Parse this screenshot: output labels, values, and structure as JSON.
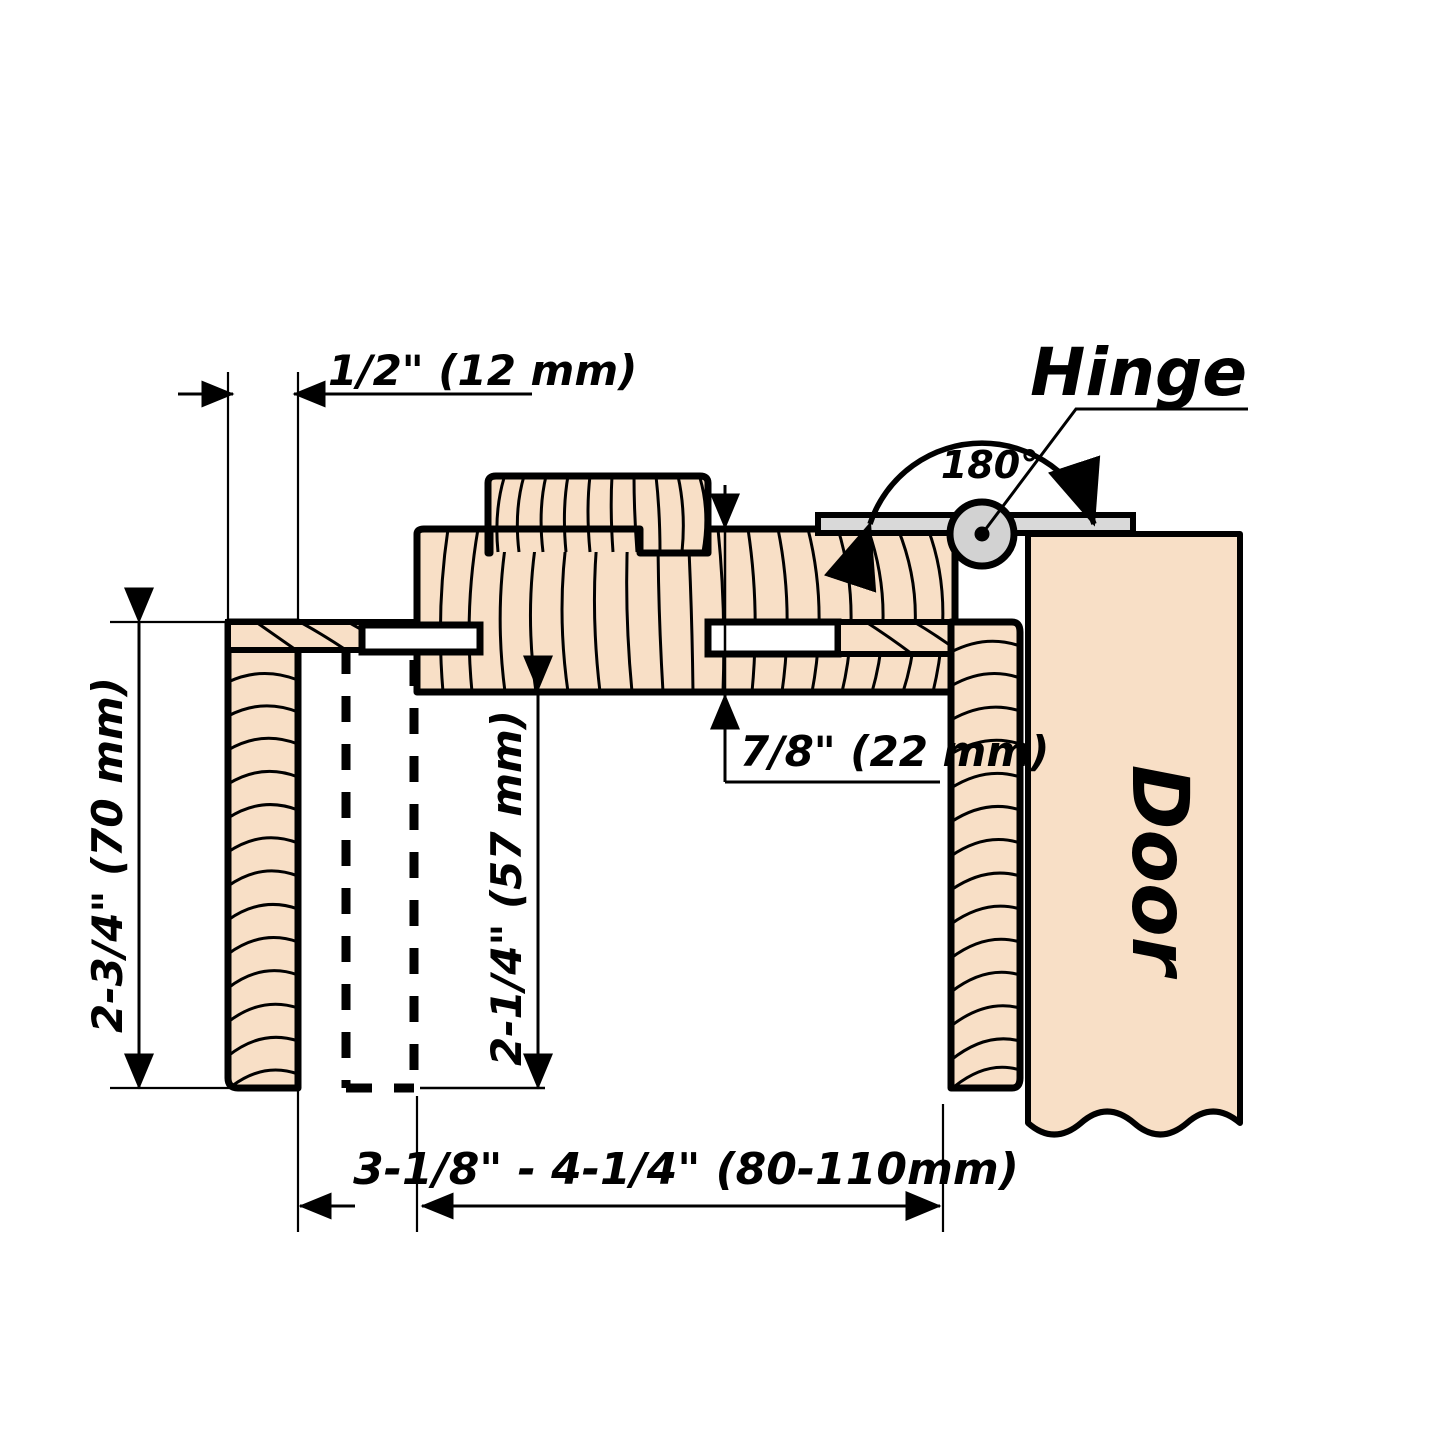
{
  "drawing": {
    "title": "Pocket door / hinge jamb section detail",
    "background_color": "#ffffff",
    "wood_fill_color": "#F8DFC6",
    "outline_color": "#000000",
    "hinge_metal_color": "#D9D9D9",
    "hinge_pin_color": "#D2D2D2"
  },
  "labels": {
    "hinge": "Hinge",
    "door": "Door",
    "angle": "180°"
  },
  "dimensions": {
    "reveal": {
      "id": "reveal-dimension",
      "text": "1/2\"  (12 mm)",
      "imperial": "1/2\"",
      "metric": "12 mm",
      "orientation": "horizontal",
      "position": "top-left"
    },
    "jamb_depth": {
      "id": "jamb-depth-dimension",
      "text": "2-3/4\" (70 mm)",
      "imperial": "2-3/4\"",
      "metric": "70 mm",
      "orientation": "vertical",
      "position": "far-left"
    },
    "pocket_depth": {
      "id": "pocket-depth-dimension",
      "text": "2-1/4\" (57 mm)",
      "imperial": "2-1/4\"",
      "metric": "57 mm",
      "orientation": "vertical",
      "position": "center-left"
    },
    "rail_thickness": {
      "id": "rail-thickness-dimension",
      "text": "7/8\" (22 mm)",
      "imperial": "7/8\"",
      "metric": "22 mm",
      "orientation": "leader",
      "position": "center-right"
    },
    "overall_width": {
      "id": "overall-width-dimension",
      "text": "3-1/8\" - 4-1/4\"  (80-110mm)",
      "imperial": "3-1/8\" - 4-1/4\"",
      "metric": "80-110mm",
      "orientation": "horizontal",
      "position": "bottom"
    }
  },
  "components": [
    {
      "name": "left-jamb",
      "type": "wood-section",
      "hatch": "grain"
    },
    {
      "name": "head-rail",
      "type": "wood-section",
      "hatch": "grain"
    },
    {
      "name": "tenon-block",
      "type": "wood-section",
      "hatch": "grain"
    },
    {
      "name": "right-jamb",
      "type": "wood-section",
      "hatch": "grain"
    },
    {
      "name": "door-panel",
      "type": "wood-panel",
      "hatch": "none"
    },
    {
      "name": "hinge-leaf-left",
      "type": "metal"
    },
    {
      "name": "hinge-leaf-right",
      "type": "metal"
    },
    {
      "name": "hinge-pin",
      "type": "metal-pin"
    },
    {
      "name": "hidden-track-outline",
      "type": "dashed-outline"
    }
  ]
}
